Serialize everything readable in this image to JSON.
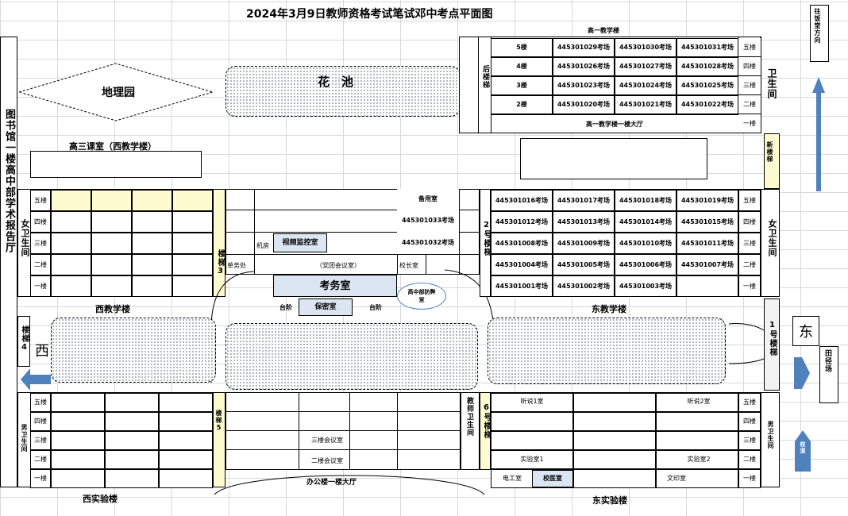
{
  "title": "2024年3月9日教师资格考试笔试邓中考点平面图",
  "library": "图书馆一楼高中部学术报告厅",
  "geo_garden": "地理园",
  "flower_pool": "花　池",
  "senior3": "高三课室（西教学楼）",
  "west_building": "西教学楼",
  "east_building": "东教学楼",
  "west_lab": "西实验楼",
  "east_lab": "东实验楼",
  "office_hall": "办公楼一楼大厅",
  "g1_building": "高一教学楼",
  "g1_hall": "高一教学楼一楼大厅",
  "back_stairs": "后楼梯",
  "new_stairs": "新楼梯",
  "stairs1": "1号楼梯",
  "stairs2": "2号楼梯",
  "stairs3": "楼梯3",
  "stairs4": "楼梯4",
  "stairs5": "楼梯5",
  "stairs6": "6号楼梯",
  "teacher_wc": "教师卫生间",
  "wc": "卫生间",
  "female_wc": "女卫生间",
  "male_wc": "男卫生间",
  "backup_room": "备用室",
  "room_1033": "445301033考场",
  "room_1032": "445301032考场",
  "machine_room": "机房",
  "video_room": "视频监控室",
  "party_room": "（党团会议室）",
  "principal": "校长室",
  "affairs": "单务处",
  "exam_office": "考务室",
  "anti_cheat": "高中部防弊室",
  "steps": "台阶",
  "secret_room": "保密室",
  "meeting3": "三楼会议室",
  "meeting2": "二楼会议室",
  "listen1": "听说1室",
  "listen2": "听说2室",
  "lab1": "实验室1",
  "lab2": "实验室2",
  "electric": "电工室",
  "clinic": "校医室",
  "print": "文印室",
  "track": "田径场",
  "gate": "校道",
  "to_canteen": "往饭堂方向",
  "east_char": "东",
  "west_char": "西",
  "floors": [
    "五楼",
    "四楼",
    "三楼",
    "二楼",
    "一楼"
  ],
  "g1_floors": [
    "5楼",
    "4楼",
    "3楼",
    "2楼"
  ],
  "g1_rooms": [
    [
      "445301029考场",
      "445301030考场",
      "445301031考场"
    ],
    [
      "445301026考场",
      "445301027考场",
      "445301028考场"
    ],
    [
      "445301023考场",
      "445301024考场",
      "445301025考场"
    ],
    [
      "445301020考场",
      "445301021考场",
      "445301022考场"
    ]
  ],
  "east_rooms": [
    [
      "445301016考场",
      "445301017考场",
      "445301018考场",
      "445301019考场"
    ],
    [
      "445301012考场",
      "445301013考场",
      "445301014考场",
      "445301015考场"
    ],
    [
      "445301008考场",
      "445301009考场",
      "445301010考场",
      "445301011考场"
    ],
    [
      "445301004考场",
      "445301005考场",
      "445301006考场",
      "445301007考场"
    ],
    [
      "445301001考场",
      "445301002考场",
      "445301003考场",
      ""
    ]
  ],
  "colors": {
    "highlight": "#fffbd0",
    "room_blue": "#dce6f2",
    "arrow": "#4f81bd"
  }
}
